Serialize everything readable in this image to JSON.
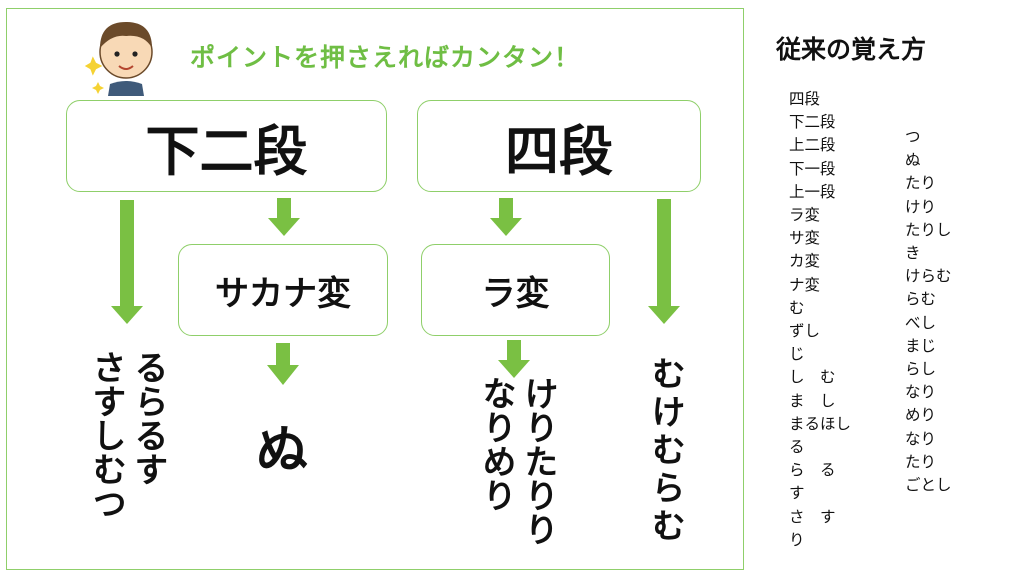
{
  "header": {
    "title": "ポイントを押さえればカンタン！",
    "accent_color": "#7ac043",
    "avatar_icon": "boy-avatar-icon"
  },
  "boxes": {
    "shimo_nidan": "下二段",
    "yodan": "四段",
    "sakana_hen": "サカナ変",
    "ra_hen": "ラ変"
  },
  "answers": {
    "shimo_nidan_words": [
      "さすしむつ",
      "るらるす"
    ],
    "sakana_word": "ぬ",
    "ra_hen_words": [
      "けりたりり",
      "なりめり"
    ],
    "yodan_words": [
      "むけむらむ"
    ]
  },
  "sidebar": {
    "title": "従来の覚え方",
    "list_left": "四段\n下二段\n上二段\n下一段\n上一段\nラ変\nサ変\nカ変\nナ変\nむ\nずし\nじ\nし　む\nま　し\nまるほし\nる\nら　る\nす\nさ　す\nり",
    "list_right": "つ\nぬ\nたり\nけり\nたりし\nき\nけらむ\nらむ\nべし\nまじ\nらし\nなり\nめり\nなり\nたり\nごとし"
  }
}
